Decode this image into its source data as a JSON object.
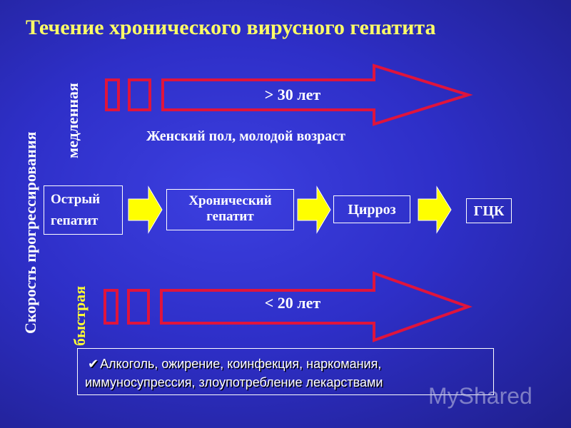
{
  "title": "Течение хронического вирусного гепатита",
  "axis_label": "Скорость прогрессирования",
  "slow": {
    "label": "медленная",
    "duration": "> 30 лет",
    "factors": "Женский пол, молодой возраст"
  },
  "fast": {
    "label": "быстрая",
    "duration": "< 20 лет",
    "factors_line1": "Алкоголь, ожирение, коинфекция, наркомания,",
    "factors_line2": "иммуносупрессия, злоупотребление лекарствами"
  },
  "stages": {
    "acute_line1": "Острый",
    "acute_line2": "гепатит",
    "chronic_line1": "Хронический",
    "chronic_line2": "гепатит",
    "cirrhosis": "Цирроз",
    "hcc": "ГЦК"
  },
  "check_icon": "check-icon",
  "watermark": "MyShared",
  "colors": {
    "background": "#2e2fc8",
    "title": "#ffff66",
    "outline_arrow": "#e0143c",
    "stage_arrow": "#ffff00",
    "fast_label": "#ffff33"
  }
}
